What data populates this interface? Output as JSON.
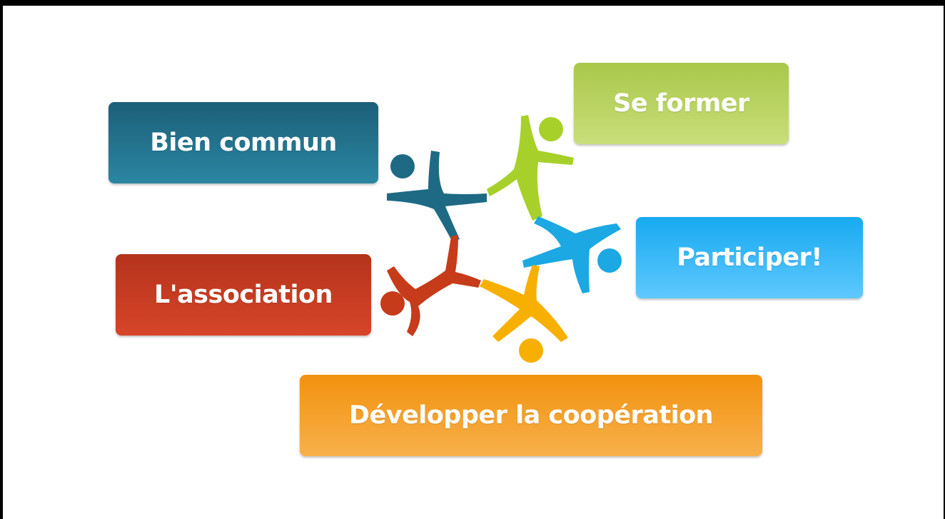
{
  "buttons": {
    "bien_commun": "Bien commun",
    "se_former": "Se former",
    "participer": "Participer!",
    "association": "L'association",
    "cooperation": "Développer la coopération"
  },
  "colors": {
    "teal": "#1e6a84",
    "green": "#a7d12a",
    "blue": "#1ba8e3",
    "red": "#c63b1a",
    "orange": "#f7b000"
  },
  "icons": [
    "people-circle-logo"
  ]
}
